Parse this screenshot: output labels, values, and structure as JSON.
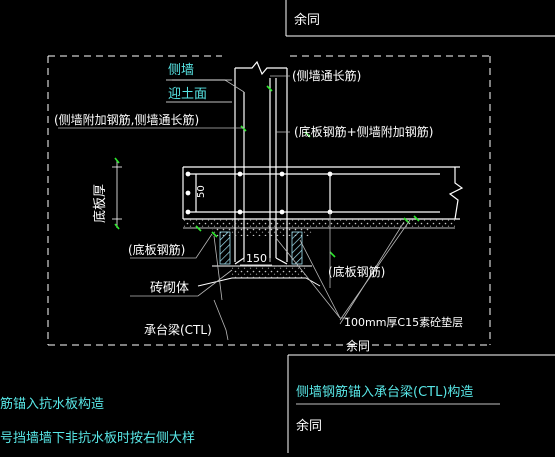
{
  "colors": {
    "background": "#000000",
    "line": "#ffffff",
    "text": "#ffffff",
    "accent_text": "#58e6e6",
    "annotation_green": "#2ee82e",
    "leader_gray": "#b8b8b8"
  },
  "labels": {
    "top_same": "余同",
    "side_wall": "侧墙",
    "backfill_surface": "迎土面",
    "wall_long_bar": "(侧墙通长筋)",
    "wall_extra_left": "(侧墙附加钢筋,侧墙通长筋)",
    "slab_plus_wall": "(底板钢筋+侧墙附加钢筋)",
    "slab_thickness": "底板厚",
    "dim_50": "50",
    "slab_bar_left": "(底板钢筋)",
    "dim_150": "150",
    "masonry": "砖砌体",
    "slab_bar_right": "(底板钢筋)",
    "cap_beam": "承台梁(CTL)",
    "c15_cushion": "100mm厚C15素砼垫层",
    "same_mid": "余同",
    "note_left_1": "筋锚入抗水板构造",
    "note_left_2": "号挡墙墙下非抗水板时按右侧大样",
    "note_right_1": "侧墙钢筋锚入承台梁(CTL)构造",
    "note_right_2": "余同"
  }
}
